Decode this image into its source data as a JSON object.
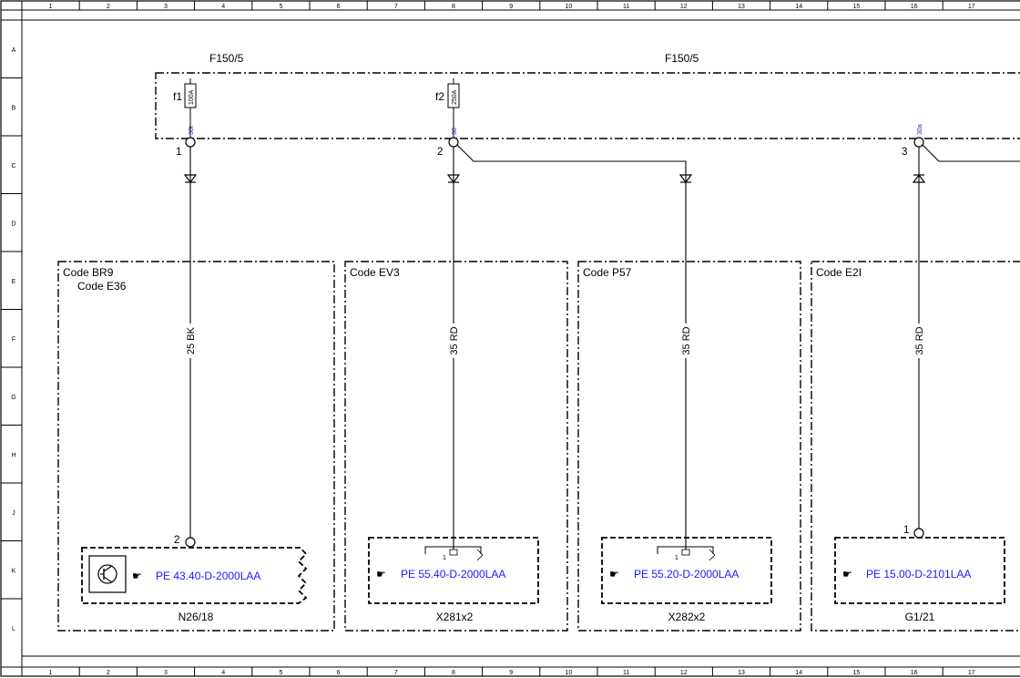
{
  "frame": {
    "columns": [
      "1",
      "2",
      "3",
      "4",
      "5",
      "6",
      "7",
      "8",
      "9",
      "10",
      "11",
      "12",
      "13",
      "14",
      "15",
      "16",
      "17"
    ],
    "rows": [
      "A",
      "B",
      "C",
      "D",
      "E",
      "F",
      "G",
      "H",
      "J",
      "K",
      "L"
    ]
  },
  "fuse_box": {
    "labels": [
      "F150/5",
      "F150/5"
    ],
    "fuses": [
      {
        "name": "f1",
        "rating": "100A",
        "terminal_label": "30t",
        "pin": "1"
      },
      {
        "name": "f2",
        "rating": "250A",
        "terminal_label": "30",
        "pin": "2"
      },
      {
        "name": "",
        "rating": "",
        "terminal_label": "30a",
        "pin": "3"
      }
    ]
  },
  "branches": [
    {
      "code_lines": [
        "Code BR9",
        "Code E36"
      ],
      "wire": "25 BK",
      "pin": "2",
      "ref": "PE 43.40-D-2000LAA",
      "component": "N26/18"
    },
    {
      "code_lines": [
        "Code EV3"
      ],
      "wire": "35 RD",
      "pin": "1",
      "ref": "PE 55.40-D-2000LAA",
      "component": "X281x2"
    },
    {
      "code_lines": [
        "Code P57"
      ],
      "wire": "35 RD",
      "pin": "1",
      "ref": "PE 55.20-D-2000LAA",
      "component": "X282x2"
    },
    {
      "code_lines": [
        "Code E2I"
      ],
      "wire": "35 RD",
      "pin": "1",
      "ref": "PE 15.00-D-2101LAA",
      "component": "G1/21"
    }
  ],
  "colors": {
    "line": "#000000",
    "reference_text": "#1a1aff",
    "terminal_text": "#2222dd"
  }
}
